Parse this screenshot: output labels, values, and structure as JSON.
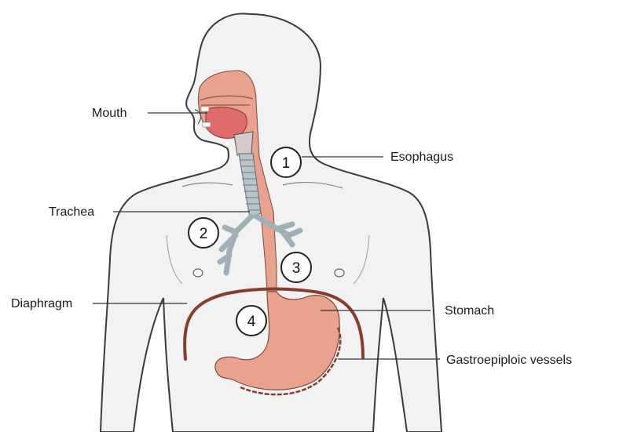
{
  "labels": {
    "mouth": "Mouth",
    "esophagus": "Esophagus",
    "trachea": "Trachea",
    "diaphragm": "Diaphragm",
    "stomach": "Stomach",
    "gastroepiploic": "Gastroepiploic vessels"
  },
  "markers": [
    "1",
    "2",
    "3",
    "4"
  ],
  "colors": {
    "body_fill": "#f2f2f2",
    "body_outline": "#3a3a3a",
    "esophagus_fill": "#e8a28e",
    "mouth_fill": "#e06b6b",
    "trachea_fill": "#b8c6cc",
    "stomach_fill": "#e8a28e",
    "vessel": "#8a3b2c",
    "diaphragm": "#8a3b2c",
    "leader": "#333333"
  }
}
